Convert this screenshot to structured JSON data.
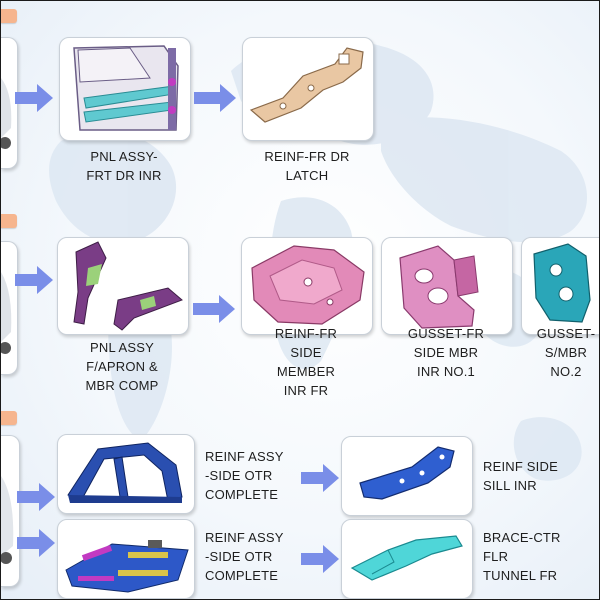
{
  "row1": {
    "items": [
      {
        "label": "PNL ASSY-\nFRT DR INR",
        "icon": "door-inner-panel-image"
      },
      {
        "label": "REINF-FR DR\nLATCH",
        "icon": "latch-reinforcement-image"
      }
    ]
  },
  "row2": {
    "items": [
      {
        "label": "PNL ASSY\nF/APRON &\nMBR COMP",
        "icon": "apron-member-image"
      },
      {
        "label": "REINF-FR\nSIDE\nMEMBER\nINR FR",
        "icon": "side-member-reinf-image"
      },
      {
        "label": "GUSSET-FR\nSIDE MBR\nINR NO.1",
        "icon": "gusset-no1-image"
      },
      {
        "label": "GUSSET-\nS/MBR\nNO.2",
        "icon": "gusset-no2-image"
      }
    ]
  },
  "row3": {
    "items": [
      {
        "label": "REINF ASSY\n-SIDE OTR\nCOMPLETE",
        "icon": "side-outer-frame-image"
      },
      {
        "label": "REINF SIDE\nSILL INR",
        "icon": "sill-inner-image"
      }
    ]
  },
  "row4": {
    "items": [
      {
        "label": "REINF ASSY\n-SIDE OTR\nCOMPLETE",
        "icon": "floor-assembly-image"
      },
      {
        "label": "BRACE-CTR\nFLR\nTUNNEL FR",
        "icon": "tunnel-brace-image"
      }
    ]
  },
  "colors": {
    "arrow": "#7a8ee8",
    "tab": "#f6b58e",
    "card_border": "#c9d0d8"
  }
}
